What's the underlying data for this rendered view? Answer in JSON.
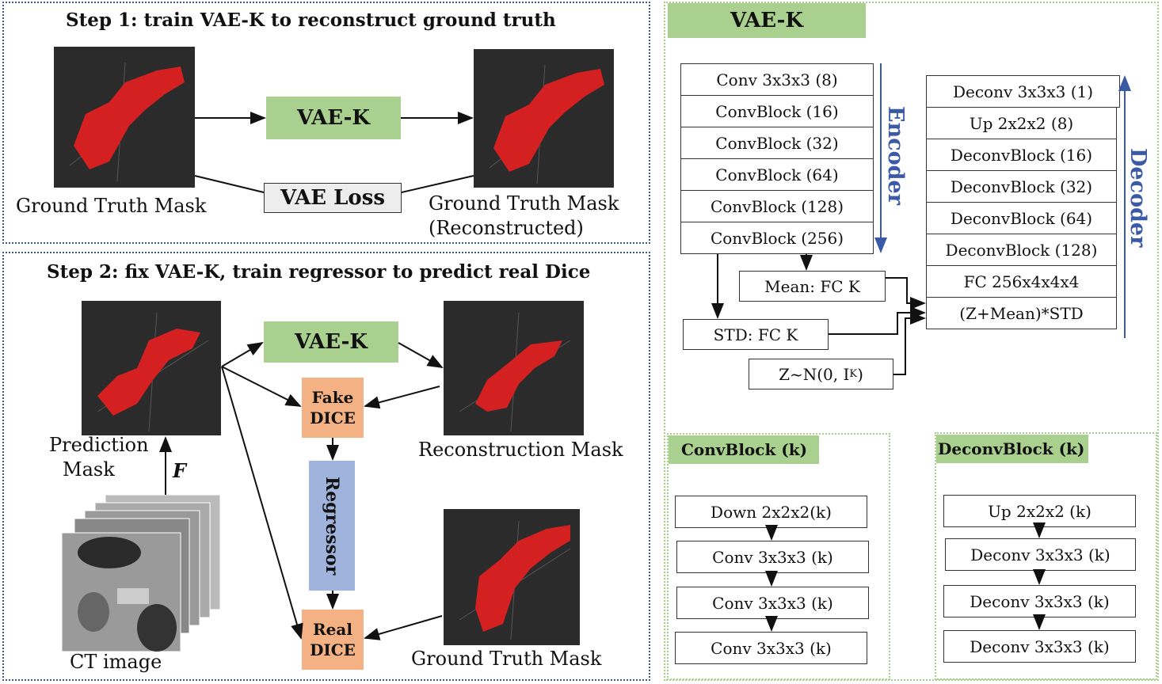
{
  "step1": {
    "title": "Step 1: train VAE-K to reconstruct ground truth",
    "vae_label": "VAE-K",
    "loss_label": "VAE Loss",
    "left_mask_label": "Ground Truth Mask",
    "right_mask_label_line1": "Ground Truth Mask",
    "right_mask_label_line2": "(Reconstructed)"
  },
  "step2": {
    "title": "Step 2: fix VAE-K, train regressor to predict real Dice",
    "vae_label": "VAE-K",
    "fake_dice_line1": "Fake",
    "fake_dice_line2": "DICE",
    "regressor_label": "Regressor",
    "real_dice_line1": "Real",
    "real_dice_line2": "DICE",
    "prediction_label_line1": "Prediction",
    "prediction_label_line2": "Mask",
    "f_label": "F",
    "ct_label": "CT image",
    "reconstruction_label": "Reconstruction Mask",
    "gt_label": "Ground Truth Mask"
  },
  "vae": {
    "title": "VAE-K",
    "encoder_label": "Encoder",
    "decoder_label": "Decoder",
    "encoder_layers": [
      "Conv 3x3x3 (8)",
      "ConvBlock (16)",
      "ConvBlock (32)",
      "ConvBlock (64)",
      "ConvBlock (128)",
      "ConvBlock (256)"
    ],
    "decoder_layers": [
      "Deconv 3x3x3 (1)",
      "Up 2x2x2 (8)",
      "DeconvBlock (16)",
      "DeconvBlock (32)",
      "DeconvBlock (64)",
      "DeconvBlock (128)",
      "FC 256x4x4x4",
      "(Z+Mean)*STD"
    ],
    "mean_label": "Mean: FC K",
    "std_label": "STD: FC K",
    "z_label": "Z~N(0, I",
    "z_sub": "K",
    "z_close": ")"
  },
  "convblock": {
    "title": "ConvBlock (k)",
    "layers": [
      "Down 2x2x2(k)",
      "Conv 3x3x3 (k)",
      "Conv 3x3x3 (k)",
      "Conv 3x3x3 (k)"
    ]
  },
  "deconvblock": {
    "title": "DeconvBlock (k)",
    "layers": [
      "Up 2x2x2 (k)",
      "Deconv 3x3x3 (k)",
      "Deconv 3x3x3 (k)",
      "Deconv 3x3x3 (k)"
    ]
  },
  "colors": {
    "green": "#a9d08e",
    "orange": "#f4b183",
    "blue": "#9fb3dd",
    "label_blue": "#3b5aa6",
    "mask_red": "#d42020"
  }
}
